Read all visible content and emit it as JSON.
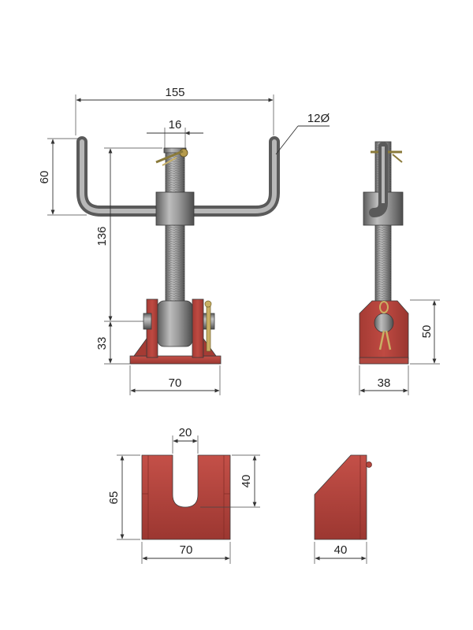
{
  "dimensions": {
    "front": {
      "handle_width": "155",
      "screw_diameter": "16",
      "rod_diameter": "12Ø",
      "handle_height": "60",
      "screw_length": "136",
      "base_height": "33",
      "base_width": "70"
    },
    "side": {
      "base_height": "50",
      "base_width": "38"
    },
    "block_front": {
      "slot_width": "20",
      "slot_depth": "40",
      "height": "65",
      "width": "70"
    },
    "block_side": {
      "width": "40"
    }
  },
  "colors": {
    "steel": "#8d8d8d",
    "steel_dark": "#5a5a5a",
    "steel_light": "#c8c8c8",
    "red_part": "#b3463e",
    "red_dark": "#7e2a24",
    "brass": "#c9b064"
  }
}
